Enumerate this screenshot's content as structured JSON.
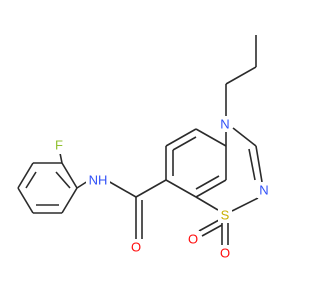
{
  "molecule": {
    "atom_labels": {
      "F": "F",
      "NH": "NH",
      "O_amide": "O",
      "N_ring": "N",
      "N_imine": "N",
      "S": "S",
      "O_s1": "O",
      "O_s2": "O"
    },
    "colors": {
      "bond": "#2b2b2b",
      "F": "#90c030",
      "N": "#3050f8",
      "O": "#ff0d0d",
      "S": "#c8b000",
      "H": "#3050f8"
    }
  }
}
